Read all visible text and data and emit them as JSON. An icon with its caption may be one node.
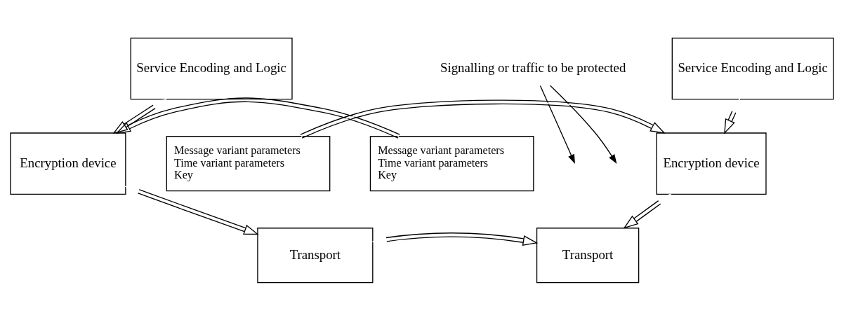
{
  "diagram": {
    "nodes": [
      {
        "text": [
          "Service Encoding and Logic"
        ]
      },
      {
        "text": [
          "Service Encoding and Logic"
        ]
      },
      {
        "text": [
          "Signalling or traffic to be protected"
        ]
      },
      {
        "text": [
          "Message variant parameters",
          "Time variant parameters",
          "Key"
        ]
      },
      {
        "text": [
          "Encryption device"
        ]
      },
      {
        "text": [
          "Message variant parameters",
          "Time variant parameters",
          "Key"
        ]
      },
      {
        "text": [
          "Encryption device"
        ]
      },
      {
        "text": [
          "Transport"
        ]
      },
      {
        "text": [
          "Transport"
        ]
      }
    ],
    "edges": [
      {
        "from": 0,
        "to": 4,
        "arrow": "both"
      },
      {
        "from": 1,
        "to": 6,
        "arrow": "both"
      },
      {
        "from": 2,
        "to": null,
        "arrow": "to"
      },
      {
        "from": 2,
        "to": null,
        "arrow": "to"
      },
      {
        "from": 3,
        "to": 4,
        "arrow": "to"
      },
      {
        "from": 5,
        "to": 6,
        "arrow": "to"
      },
      {
        "from": 4,
        "to": 7,
        "arrow": "both"
      },
      {
        "from": 6,
        "to": 8,
        "arrow": "both"
      },
      {
        "from": 7,
        "to": 8,
        "arrow": "both"
      }
    ]
  }
}
